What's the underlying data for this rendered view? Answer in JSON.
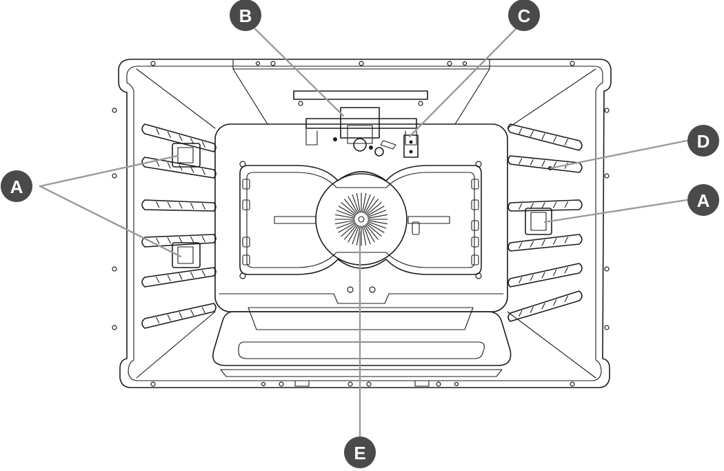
{
  "diagram": {
    "callouts": [
      {
        "id": "A-left",
        "label": "A"
      },
      {
        "id": "B",
        "label": "B"
      },
      {
        "id": "C",
        "label": "C"
      },
      {
        "id": "D",
        "label": "D"
      },
      {
        "id": "A-right",
        "label": "A"
      },
      {
        "id": "E",
        "label": "E"
      }
    ],
    "colors": {
      "badge_fill": "#4a4a4a",
      "badge_text": "#ffffff",
      "leader_line": "#9a9a9a",
      "outline": "#1a1a1a"
    }
  }
}
